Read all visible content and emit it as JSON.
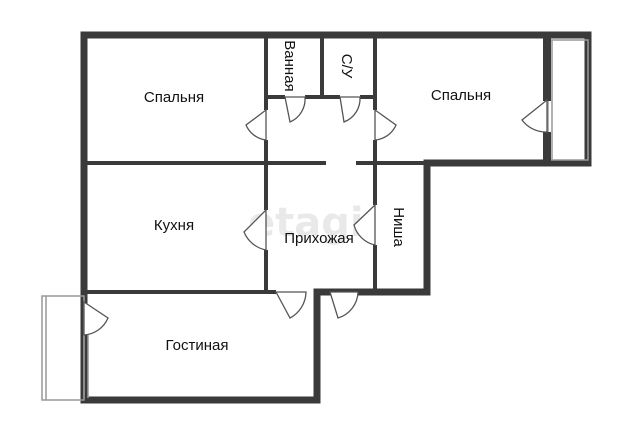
{
  "plan": {
    "rooms": {
      "bedroom_left": "Спальня",
      "bathroom": "Ванная",
      "toilet": "С/У",
      "bedroom_right": "Спальня",
      "kitchen": "Кухня",
      "hallway": "Прихожая",
      "niche": "Ниша",
      "living_room": "Гостиная"
    },
    "watermark": "etagi",
    "colors": {
      "wall": "#3a3a3a",
      "balcony": "#999999",
      "door": "#555555"
    }
  }
}
